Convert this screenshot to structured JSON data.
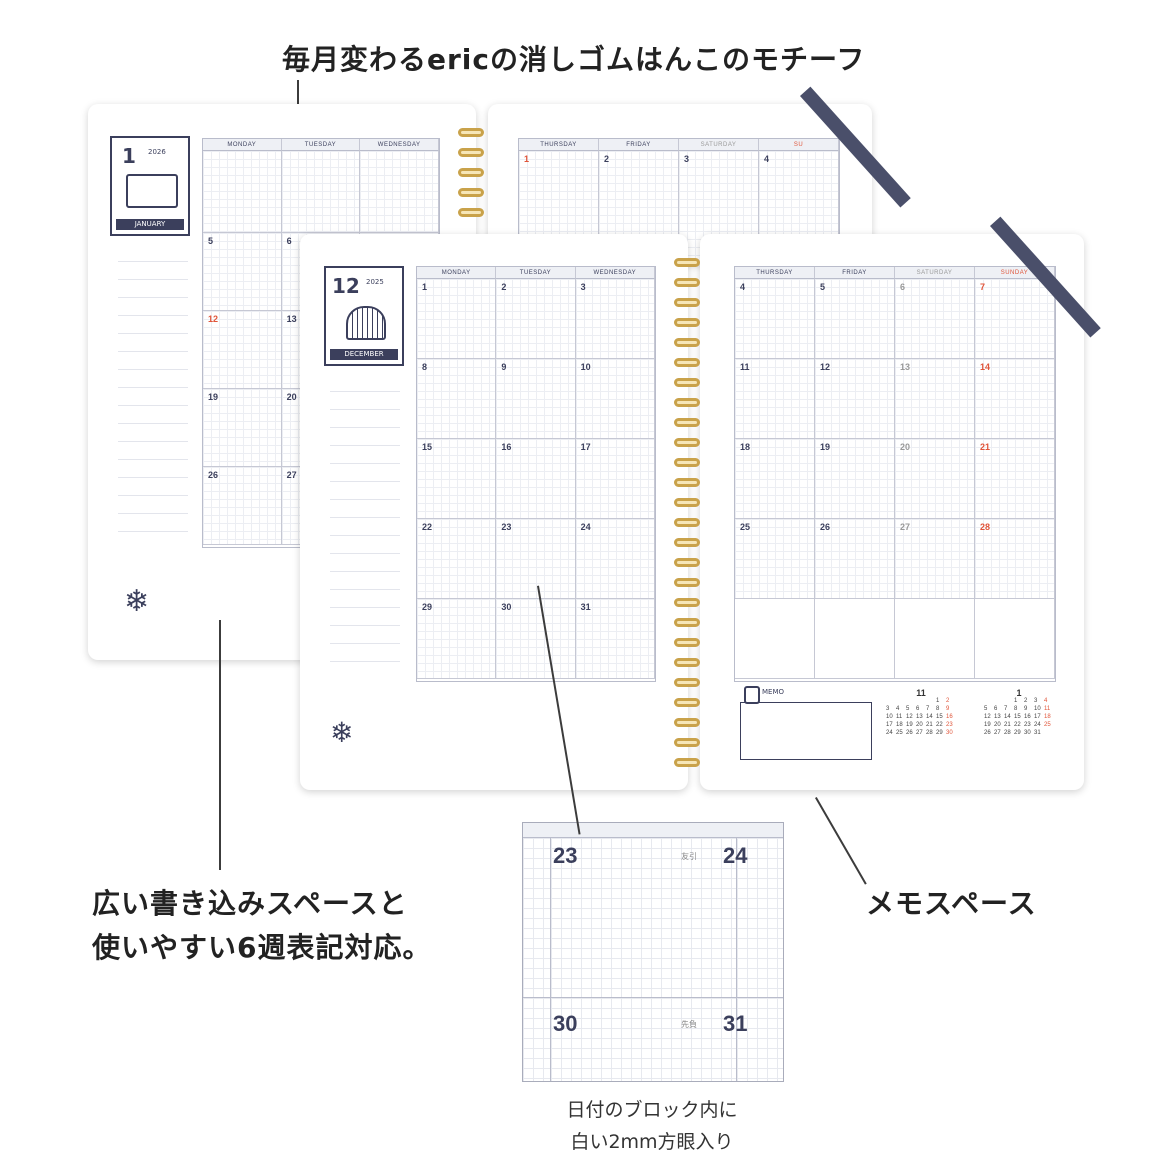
{
  "captions": {
    "top": "毎月変わるericの消しゴムはんこのモチーフ",
    "left_line1": "広い書き込みスペースと",
    "left_line2": "使いやすい6週表記対応。",
    "right": "メモスペース",
    "bottom_line1": "日付のブロック内に",
    "bottom_line2": "白い2mm方眼入り"
  },
  "back_spread": {
    "month_num": "1",
    "year": "2026",
    "month_name": "JANUARY",
    "left_days": [
      "MONDAY",
      "TUESDAY",
      "WEDNESDAY"
    ],
    "right_days": [
      "THURSDAY",
      "FRIDAY",
      "SATURDAY",
      "SU"
    ],
    "left_col1_dates": [
      "5",
      "12",
      "19",
      "26"
    ],
    "left_col2_dates": [
      "6",
      "13",
      "20",
      "27"
    ],
    "right_dates": [
      "1",
      "2",
      "3",
      "4"
    ]
  },
  "front_spread": {
    "month_num": "12",
    "year": "2025",
    "month_name": "DECEMBER",
    "left_days": [
      "MONDAY",
      "TUESDAY",
      "WEDNESDAY"
    ],
    "right_days": [
      "THURSDAY",
      "FRIDAY",
      "SATURDAY",
      "SUNDAY"
    ],
    "left_weeks": [
      [
        "1",
        "2",
        "3"
      ],
      [
        "8",
        "9",
        "10"
      ],
      [
        "15",
        "16",
        "17"
      ],
      [
        "22",
        "23",
        "24"
      ],
      [
        "29",
        "30",
        "31"
      ]
    ],
    "right_weeks": [
      [
        "4",
        "5",
        "6",
        "7"
      ],
      [
        "11",
        "12",
        "13",
        "14"
      ],
      [
        "18",
        "19",
        "20",
        "21"
      ],
      [
        "25",
        "26",
        "27",
        "28"
      ]
    ],
    "memo_label": "MEMO",
    "mini_cals": [
      {
        "month": "11",
        "rows": [
          [
            "",
            "",
            "",
            "",
            "",
            "1",
            "2"
          ],
          [
            "3",
            "4",
            "5",
            "6",
            "7",
            "8",
            "9"
          ],
          [
            "10",
            "11",
            "12",
            "13",
            "14",
            "15",
            "16"
          ],
          [
            "17",
            "18",
            "19",
            "20",
            "21",
            "22",
            "23"
          ],
          [
            "24",
            "25",
            "26",
            "27",
            "28",
            "29",
            "30"
          ]
        ]
      },
      {
        "month": "1",
        "rows": [
          [
            "",
            "",
            "",
            "1",
            "2",
            "3",
            "4"
          ],
          [
            "5",
            "6",
            "7",
            "8",
            "9",
            "10",
            "11"
          ],
          [
            "12",
            "13",
            "14",
            "15",
            "16",
            "17",
            "18"
          ],
          [
            "19",
            "20",
            "21",
            "22",
            "23",
            "24",
            "25"
          ],
          [
            "26",
            "27",
            "28",
            "29",
            "30",
            "31",
            ""
          ]
        ]
      }
    ]
  },
  "zoom": {
    "top_left": "23",
    "top_right": "24",
    "top_rokuyo": "友引",
    "bottom_left": "30",
    "bottom_right": "31",
    "bottom_rokuyo": "先負"
  },
  "colors": {
    "accent_sunday": "#e0553a",
    "ink": "#3b3f5c",
    "ring_gold": "#c9a24a"
  }
}
